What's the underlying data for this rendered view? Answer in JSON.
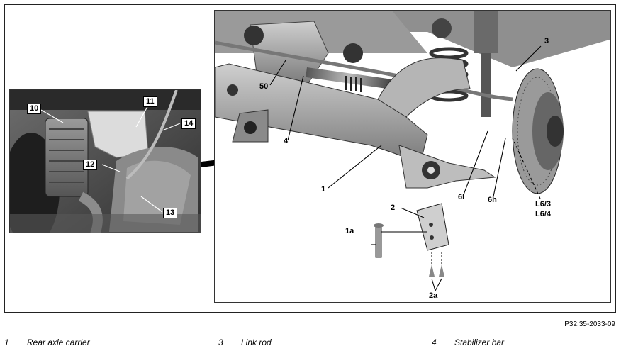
{
  "inset_callouts": [
    "10",
    "11",
    "14",
    "12",
    "13"
  ],
  "main_callouts": {
    "c50": "50",
    "c4": "4",
    "c3": "3",
    "c1": "1",
    "c2": "2",
    "c1a": "1a",
    "c2a": "2a",
    "c6l": "6l",
    "c6h": "6h",
    "cL63": "L6/3",
    "cL64": "L6/4"
  },
  "figure_id": "P32.35-2033-09",
  "legend": [
    {
      "num": "1",
      "text": "Rear axle carrier"
    },
    {
      "num": "3",
      "text": "Link rod"
    },
    {
      "num": "4",
      "text": "Stabilizer bar"
    }
  ]
}
